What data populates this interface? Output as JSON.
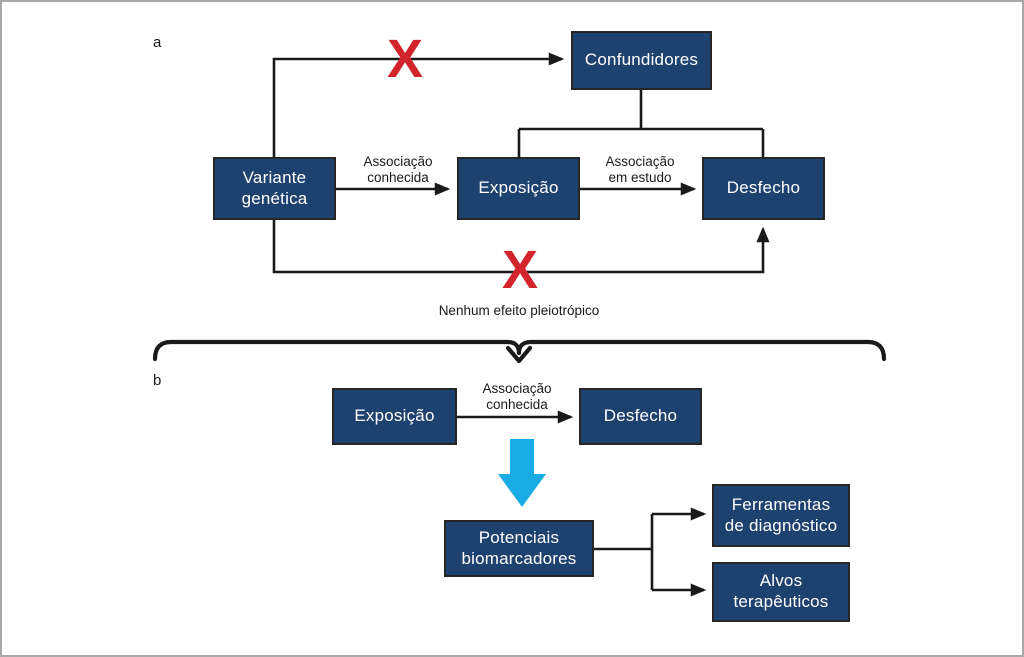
{
  "figure": {
    "background": "#ffffff",
    "border_color": "#a8a8a8",
    "node_fill": "#1e4270",
    "node_border": "#262626",
    "line_color": "#1a1a1a",
    "x_mark_color": "#d1252b",
    "cyan_arrow_color": "#19ace4"
  },
  "panel_a": {
    "label": "a",
    "nodes": {
      "confounders": "Confundidores",
      "genetic_variant": "Variante\ngenética",
      "exposure": "Exposição",
      "outcome": "Desfecho"
    },
    "edge_labels": {
      "variant_to_exposure": "Associação\nconhecida",
      "exposure_to_outcome": "Associação\nem estudo",
      "no_pleiotropy": "Nenhum efeito pleiotrópico"
    },
    "x_marks": [
      "X",
      "X"
    ]
  },
  "panel_b": {
    "label": "b",
    "nodes": {
      "exposure": "Exposição",
      "outcome": "Desfecho",
      "biomarkers": "Potenciais\nbiomarcadores",
      "diagnostic_tools": "Ferramentas\nde diagnóstico",
      "therapeutic_targets": "Alvos\nterapêuticos"
    },
    "edge_labels": {
      "exposure_to_outcome": "Associação\nconhecida"
    }
  }
}
